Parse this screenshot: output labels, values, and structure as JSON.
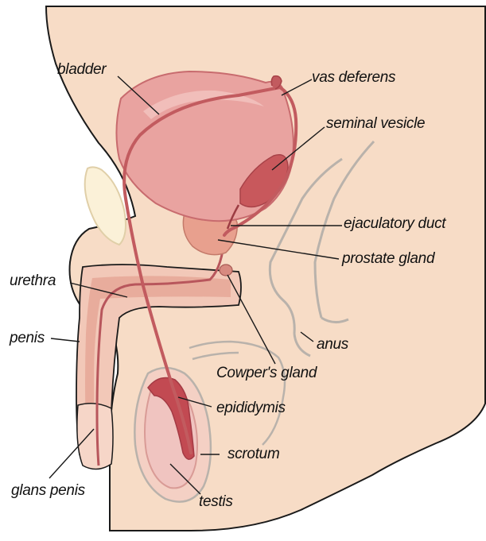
{
  "labels": {
    "bladder": "bladder",
    "vas_deferens": "vas deferens",
    "seminal_vesicle": "seminal vesicle",
    "ejaculatory_duct": "ejaculatory duct",
    "prostate_gland": "prostate gland",
    "urethra": "urethra",
    "penis": "penis",
    "anus": "anus",
    "cowpers_gland": "Cowper's gland",
    "epididymis": "epididymis",
    "scrotum": "scrotum",
    "glans_penis": "glans penis",
    "testis": "testis"
  },
  "colors": {
    "body_skin": "#f7dcc6",
    "outline": "#1a1a1a",
    "bladder": "#e9a3a0",
    "bladder_dark": "#c86b6e",
    "vas": "#c25b5f",
    "prostate": "#e8a08e",
    "bone": "#fbf1d8",
    "bone_outline": "#e0cfa8",
    "gray_line": "#b9b2ab",
    "testis": "#f0c4c0",
    "epididymis": "#c24a52"
  }
}
